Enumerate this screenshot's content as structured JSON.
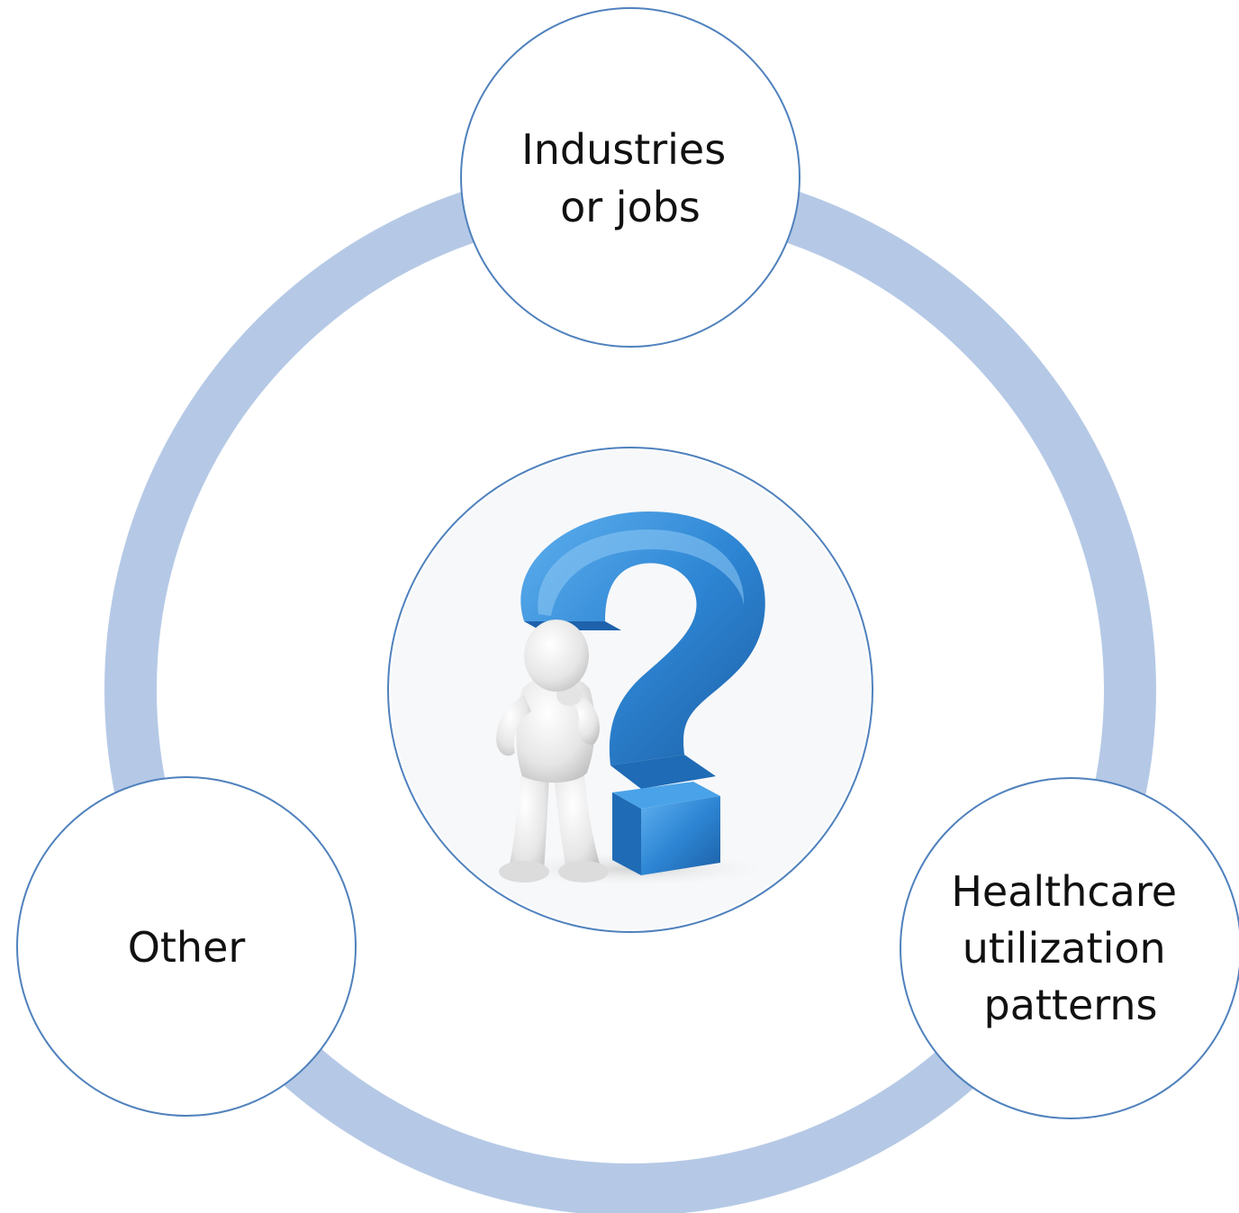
{
  "diagram": {
    "type": "cycle",
    "nodes": [
      {
        "id": "industries",
        "lines": [
          "Industries",
          "or jobs"
        ]
      },
      {
        "id": "healthcare",
        "lines": [
          "Healthcare",
          "utilization",
          "patterns"
        ]
      },
      {
        "id": "other",
        "lines": [
          "Other"
        ]
      }
    ],
    "center": {
      "icon": "person-with-question-mark-icon"
    },
    "colors": {
      "ring": "#b5c9e6",
      "node_stroke": "#4f81bd",
      "node_fill": "#ffffff",
      "question_mark": "#2e86d4",
      "figure": "#e8e8e8"
    }
  }
}
